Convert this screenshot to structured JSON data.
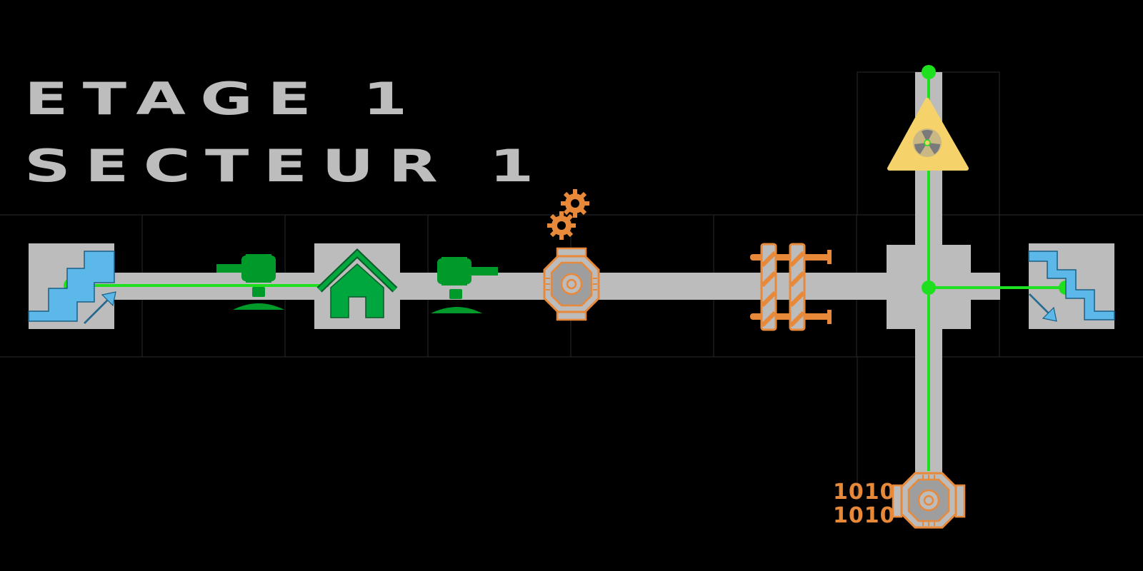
{
  "header": {
    "floor_title": "ETAGE 1",
    "sector_title": "SECTEUR 1"
  },
  "terminal": {
    "code_line_1": "1010",
    "code_line_2": "1010"
  },
  "colors": {
    "background": "#000000",
    "corridor": "#bcbcbc",
    "path": "#1ee01e",
    "stairs": "#5bb8e8",
    "friendly": "#009a2a",
    "home": "#00a63e",
    "mechanical": "#e8893a",
    "hazard": "#f5d26a",
    "title": "#bdbdbd"
  },
  "icons": {
    "stairs_up": "stairs-up-icon",
    "stairs_down": "stairs-down-icon",
    "turret": "turret-icon",
    "home": "home-icon",
    "door": "door-icon",
    "gears": "gears-icon",
    "barrier": "barrier-icon",
    "radiation": "radiation-icon"
  }
}
